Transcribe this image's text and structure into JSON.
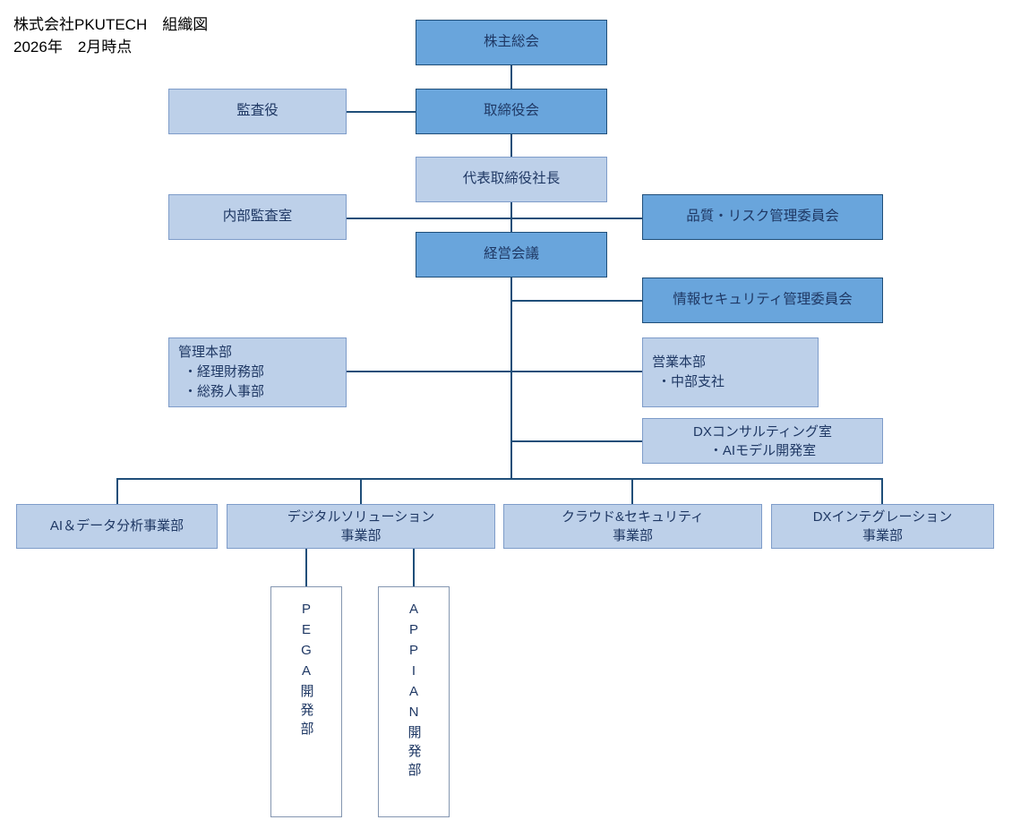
{
  "title": {
    "line1": "株式会社PKUTECH　組織図",
    "line2": "2026年　2月時点"
  },
  "colors": {
    "box-dark-fill": "#69A5DC",
    "box-dark-border": "#1F4E79",
    "box-light-fill": "#BDD0E9",
    "box-light-border": "#7E9CC9",
    "box-white-border": "#8496B0",
    "line": "#1F4E79",
    "text": "#1F3864",
    "title-text": "#000000"
  },
  "nodes": {
    "shareholders_meeting": {
      "label": "株主総会"
    },
    "auditor": {
      "label": "監査役"
    },
    "board_of_directors": {
      "label": "取締役会"
    },
    "president": {
      "label": "代表取締役社長"
    },
    "internal_audit_office": {
      "label": "内部監査室"
    },
    "quality_risk_committee": {
      "label": "品質・リスク管理委員会"
    },
    "management_meeting": {
      "label": "経営会議"
    },
    "infosec_committee": {
      "label": "情報セキュリティ管理委員会"
    },
    "admin_hq": {
      "lines": [
        "管理本部",
        "・経理財務部",
        "・総務人事部"
      ]
    },
    "sales_hq": {
      "lines": [
        "営業本部",
        "・中部支社"
      ]
    },
    "dx_consulting_office": {
      "lines": [
        "DXコンサルティング室",
        "・AIモデル開発室"
      ]
    },
    "ai_data_division": {
      "label": "AI＆データ分析事業部"
    },
    "digital_solution_division": {
      "lines": [
        "デジタルソリューション",
        "事業部"
      ]
    },
    "cloud_security_division": {
      "lines": [
        "クラウド&セキュリティ",
        "事業部"
      ]
    },
    "dx_integration_division": {
      "lines": [
        "DXインテグレーション",
        "事業部"
      ]
    },
    "pega_dev_dept": {
      "label": "PEGA開発部"
    },
    "appian_dev_dept": {
      "label": "APPIAN開発部"
    }
  }
}
